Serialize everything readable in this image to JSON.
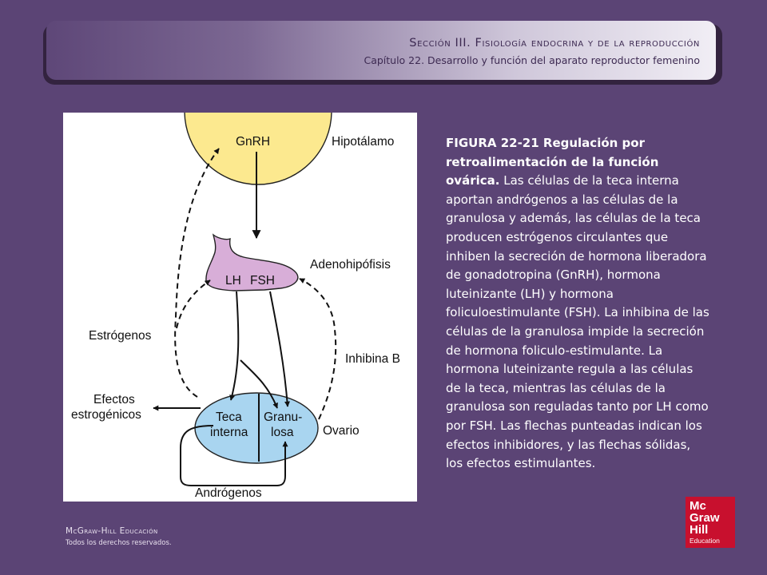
{
  "header": {
    "title": "Sección III.  Fisiología endocrina y de la reproducción",
    "subtitle": "Capítulo 22.  Desarrollo y función del aparato reproductor femenino"
  },
  "diagram": {
    "gnrh": "GnRH",
    "hipotalamo": "Hipotálamo",
    "adenohipofisis": "Adenohipófisis",
    "lh": "LH",
    "fsh": "FSH",
    "estrogenos": "Estrógenos",
    "inhibina_b": "Inhibina B",
    "efectos_line1": "Efectos",
    "efectos_line2": "estrogénicos",
    "teca_line1": "Teca",
    "teca_line2": "interna",
    "granu_line1": "Granu-",
    "granu_line2": "losa",
    "ovario": "Ovario",
    "androgenos": "Andrógenos",
    "colors": {
      "hypothalamus": "#fce98f",
      "pituitary": "#d8aed8",
      "ovary": "#a9d5f0"
    }
  },
  "caption": {
    "figure_title": "FIGURA 22-21 Regulación por retroalimentación de la función ovárica.",
    "body": " Las células de la teca interna aportan andrógenos a las células de la granulosa y además, las células de la teca producen estrógenos circulantes que inhiben la secreción de hormona liberadora de gonadotropina (GnRH), hormona luteinizante (LH) y hormona foliculoestimulante (FSH). La inhibina de las células de la granulosa impide la secreción de hormona foliculo-estimulante. La hormona luteinizante regula a las células de la teca, mientras las células de la granulosa son reguladas tanto por LH como por FSH. Las flechas punteadas indican los efectos inhibidores, y las flechas sólidas, los efectos estimulantes."
  },
  "footer": {
    "brand": "McGraw-Hill Educación",
    "rights": "Todos los derechos reservados."
  },
  "logo": {
    "line1": "Mc",
    "line2": "Graw",
    "line3": "Hill",
    "line4": "Education"
  }
}
